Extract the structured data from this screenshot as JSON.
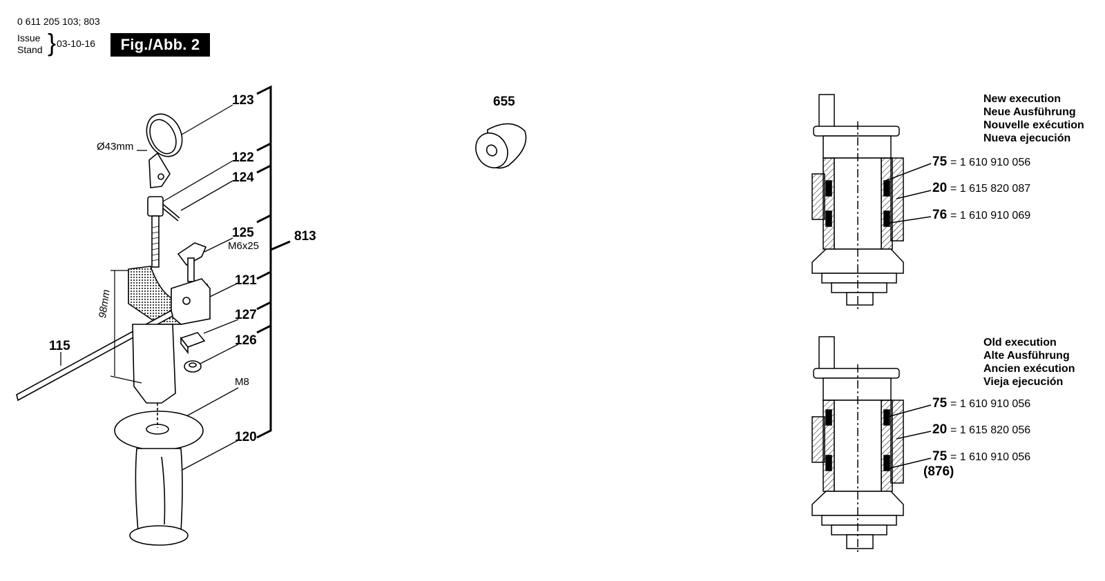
{
  "header": {
    "part_numbers": "0 611 205 103; 803",
    "issue_label": "Issue",
    "stand_label": "Stand",
    "date": "03-10-16",
    "figure_label": "Fig./Abb. 2"
  },
  "left_assembly": {
    "callouts": {
      "p123": "123",
      "p122": "122",
      "p124": "124",
      "p125": "125",
      "p125_spec": "M6x25",
      "p813": "813",
      "p121": "121",
      "p127": "127",
      "p126": "126",
      "p115": "115",
      "p120": "120",
      "m8": "M8",
      "dia": "Ø43mm",
      "depth": "98mm"
    }
  },
  "middle": {
    "p655": "655"
  },
  "new_execution": {
    "titles": [
      "New execution",
      "Neue Ausführung",
      "Nouvelle exécution",
      "Nueva ejecución"
    ],
    "parts": [
      {
        "num": "75",
        "pn": "= 1 610 910 056"
      },
      {
        "num": "20",
        "pn": "= 1 615 820 087"
      },
      {
        "num": "76",
        "pn": "= 1 610 910 069"
      }
    ]
  },
  "old_execution": {
    "titles": [
      "Old execution",
      "Alte Ausführung",
      "Ancien exécution",
      "Vieja ejecución"
    ],
    "parts": [
      {
        "num": "75",
        "pn": "= 1 610 910 056"
      },
      {
        "num": "20",
        "pn": "= 1 615 820 056"
      },
      {
        "num": "75",
        "pn": "= 1 610 910 056"
      }
    ],
    "extra": "(876)"
  }
}
